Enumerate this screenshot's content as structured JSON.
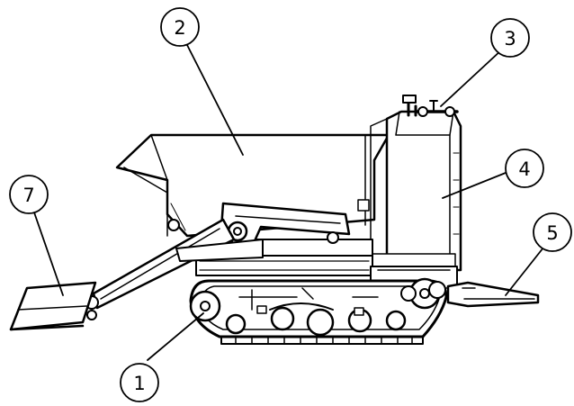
{
  "callouts": [
    {
      "id": "1",
      "label": "1"
    },
    {
      "id": "2",
      "label": "2"
    },
    {
      "id": "3",
      "label": "3"
    },
    {
      "id": "4",
      "label": "4"
    },
    {
      "id": "5",
      "label": "5"
    },
    {
      "id": "7",
      "label": "7"
    }
  ],
  "colors": {
    "line": "#000000",
    "background": "#ffffff"
  }
}
